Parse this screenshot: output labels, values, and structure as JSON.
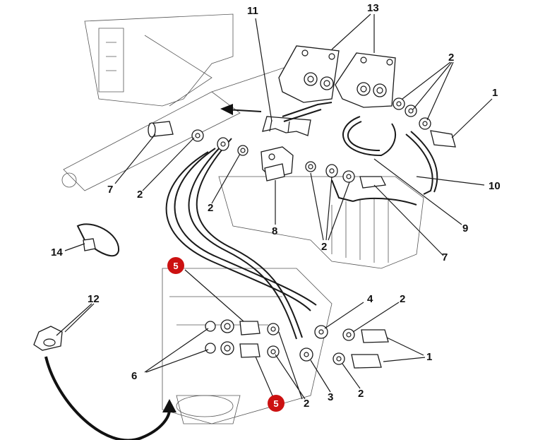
{
  "callouts": [
    {
      "key": "c1a",
      "text": "1"
    },
    {
      "key": "c1b",
      "text": "1"
    },
    {
      "key": "c2a",
      "text": "2"
    },
    {
      "key": "c2b",
      "text": "2"
    },
    {
      "key": "c2c",
      "text": "2"
    },
    {
      "key": "c2d",
      "text": "2"
    },
    {
      "key": "c2e",
      "text": "2"
    },
    {
      "key": "c2f",
      "text": "2"
    },
    {
      "key": "c2g",
      "text": "2"
    },
    {
      "key": "c3",
      "text": "3"
    },
    {
      "key": "c4",
      "text": "4"
    },
    {
      "key": "c6",
      "text": "6"
    },
    {
      "key": "c7a",
      "text": "7"
    },
    {
      "key": "c7b",
      "text": "7"
    },
    {
      "key": "c8",
      "text": "8"
    },
    {
      "key": "c9",
      "text": "9"
    },
    {
      "key": "c10",
      "text": "10"
    },
    {
      "key": "c11",
      "text": "11"
    },
    {
      "key": "c12",
      "text": "12"
    },
    {
      "key": "c13",
      "text": "13"
    },
    {
      "key": "c14",
      "text": "14"
    }
  ],
  "badges": [
    {
      "key": "b5a",
      "text": "5",
      "color": "#cc1111"
    },
    {
      "key": "b5b",
      "text": "5",
      "color": "#cc1111"
    }
  ]
}
